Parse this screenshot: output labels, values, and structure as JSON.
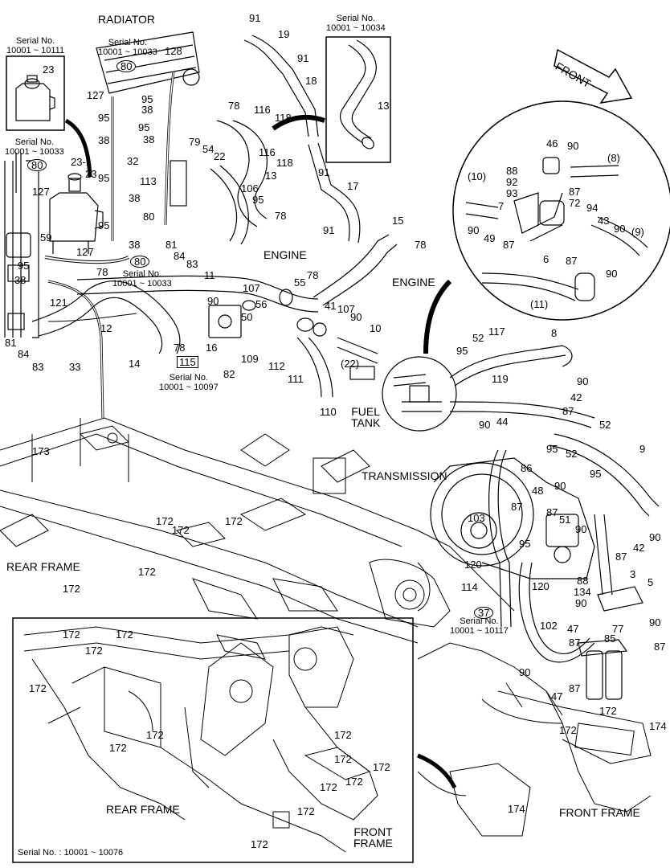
{
  "titles": {
    "radiator": "RADIATOR",
    "front": "FRONT",
    "engine_1": "ENGINE",
    "engine_2": "ENGINE",
    "fuel_tank": "FUEL\nTANK",
    "transmission": "TRANSMISSION",
    "rear_frame_top": "REAR FRAME",
    "rear_frame_inset": "REAR FRAME",
    "front_frame_inset": "FRONT\nFRAME",
    "front_frame": "FRONT FRAME"
  },
  "serials": {
    "tank": "Serial No.\n10001 ~ 10111",
    "radiator": "Serial No.\n10001 ~ 10033",
    "hose13": "Serial No.\n10001 ~ 10034",
    "reservoir": "Serial No.\n10001 ~ 10033",
    "pipe80": "Serial No.\n10001 ~ 10033",
    "part115": "Serial No.\n10001 ~ 10097",
    "part37": "Serial No.\n10001 ~ 10117",
    "inset": "Serial No. : 10001 ~ 10076"
  },
  "callouts": {
    "c23": "23",
    "c23_1": "23-1",
    "c23b": "23",
    "c127a": "127",
    "c59": "59",
    "c95a": "95",
    "c38a": "38",
    "c121": "121",
    "c81a": "81",
    "c84a": "84",
    "c83a": "83",
    "c33": "33",
    "c12": "12",
    "c14": "14",
    "c127b": "127",
    "c127c": "127",
    "c80a": "80",
    "c80b": "80",
    "c80c": "80",
    "c80d": "80",
    "c128": "128",
    "c95b": "95",
    "c38b": "38",
    "c95c": "95",
    "c38c": "38",
    "c95d": "95",
    "c38d": "38",
    "c95e": "95",
    "c38e": "38",
    "c95f": "95",
    "c38f": "38",
    "c32": "32",
    "c113": "113",
    "c79": "79",
    "c54": "54",
    "c22": "22",
    "c81b": "81",
    "c84b": "84",
    "c83b": "83",
    "c11": "11",
    "c78a": "78",
    "c91a": "91",
    "c19": "19",
    "c91b": "91",
    "c18": "18",
    "c116a": "116",
    "c118a": "118",
    "c116b": "116",
    "c118b": "118",
    "c78b": "78",
    "c13": "13",
    "c13b": "13",
    "c91c": "91",
    "c17": "17",
    "c106": "106",
    "c95g": "95",
    "c78c": "78",
    "c91d": "91",
    "c15": "15",
    "c78d": "78",
    "c55": "55",
    "c78e": "78",
    "c107a": "107",
    "c56": "56",
    "c90a": "90",
    "c50": "50",
    "c41": "41",
    "c107b": "107",
    "c90b": "90",
    "c10": "10",
    "c78f": "78",
    "c16": "16",
    "c115": "115",
    "c82": "82",
    "c109": "109",
    "c112": "112",
    "c111": "111",
    "c22b": "(22)",
    "c110": "110",
    "c46": "46",
    "c90c": "90",
    "c8a": "(8)",
    "c10b": "(10)",
    "c88a": "88",
    "c92": "92",
    "c93": "93",
    "c87a": "87",
    "c7": "7",
    "c72": "72",
    "c94": "94",
    "c43": "43",
    "c90d": "90",
    "c9a": "(9)",
    "c90e": "90",
    "c49": "49",
    "c87b": "87",
    "c6": "6",
    "c87c": "87",
    "c90f": "90",
    "c11b": "(11)",
    "c52a": "52",
    "c117": "117",
    "c8": "8",
    "c95h": "95",
    "c90g": "90",
    "c119": "119",
    "c42a": "42",
    "c87d": "87",
    "c90h": "90",
    "c44": "44",
    "c95i": "95",
    "c52b": "52",
    "c52c": "52",
    "c95j": "95",
    "c9": "9",
    "c86": "86",
    "c90i": "90",
    "c48": "48",
    "c87e": "87",
    "c87f": "87",
    "c103": "103",
    "c51": "51",
    "c90j": "90",
    "c95k": "95",
    "c87g": "87",
    "c90k": "90",
    "c42b": "42",
    "c120a": "120",
    "c120b": "120",
    "c3": "3",
    "c114": "114",
    "c88b": "88",
    "c134": "134",
    "c5": "5",
    "c37": "37",
    "c90l": "90",
    "c47a": "47",
    "c77": "77",
    "c90m": "90",
    "c102": "102",
    "c87h": "87",
    "c85": "85",
    "c87i": "87",
    "c90n": "90",
    "c87j": "87",
    "c47b": "47",
    "c173": "173",
    "c172a": "172",
    "c172b": "172",
    "c172c": "172",
    "c172d": "172",
    "c172e": "172",
    "c172f": "172",
    "c172g": "172",
    "c172h": "172",
    "c172i": "172",
    "c172j": "172",
    "c172k": "172",
    "c172l": "172",
    "c172m": "172",
    "c172n": "172",
    "c172o": "172",
    "c172p": "172",
    "c172q": "172",
    "c172r": "172",
    "c172s": "172",
    "c172t": "172",
    "c174a": "174",
    "c174b": "174"
  }
}
